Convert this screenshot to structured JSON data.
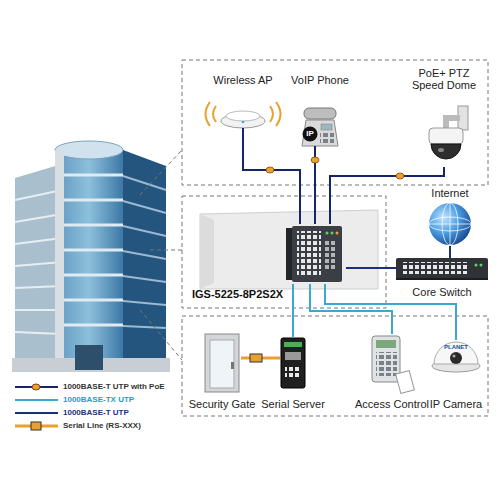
{
  "diagram": {
    "nodes": [
      {
        "text": [
          "Wireless AP"
        ]
      },
      {
        "text": [
          "VoIP Phone"
        ]
      },
      {
        "text": [
          "PoE+ PTZ Speed Dome"
        ]
      },
      {
        "text": [
          "IGS-5225-8P2S2X"
        ]
      },
      {
        "text": [
          "Internet"
        ]
      },
      {
        "text": [
          "Core Switch"
        ]
      },
      {
        "text": [
          "Security Gate"
        ]
      },
      {
        "text": [
          "Serial Server"
        ]
      },
      {
        "text": [
          "Access Control"
        ]
      },
      {
        "text": [
          "IP Camera"
        ]
      }
    ],
    "edges": [
      {
        "from": 3,
        "to": 0,
        "arrow": "none"
      },
      {
        "from": 3,
        "to": 1,
        "arrow": "none"
      },
      {
        "from": 3,
        "to": 2,
        "arrow": "none"
      },
      {
        "from": 3,
        "to": 5,
        "arrow": "none"
      },
      {
        "from": 4,
        "to": 5,
        "arrow": "none"
      },
      {
        "from": 3,
        "to": 7,
        "arrow": "none"
      },
      {
        "from": 3,
        "to": 8,
        "arrow": "none"
      },
      {
        "from": 3,
        "to": 9,
        "arrow": "none"
      },
      {
        "from": 7,
        "to": 6,
        "arrow": "none"
      }
    ],
    "labels": [
      "IP",
      "PLANET"
    ],
    "legend": [
      {
        "text": "1000BASE-T UTP with PoE"
      },
      {
        "text": "1000BASE-TX UTP"
      },
      {
        "text": "1000BASE-T UTP"
      },
      {
        "text": "Serial Line (RS-XXX)"
      }
    ]
  }
}
